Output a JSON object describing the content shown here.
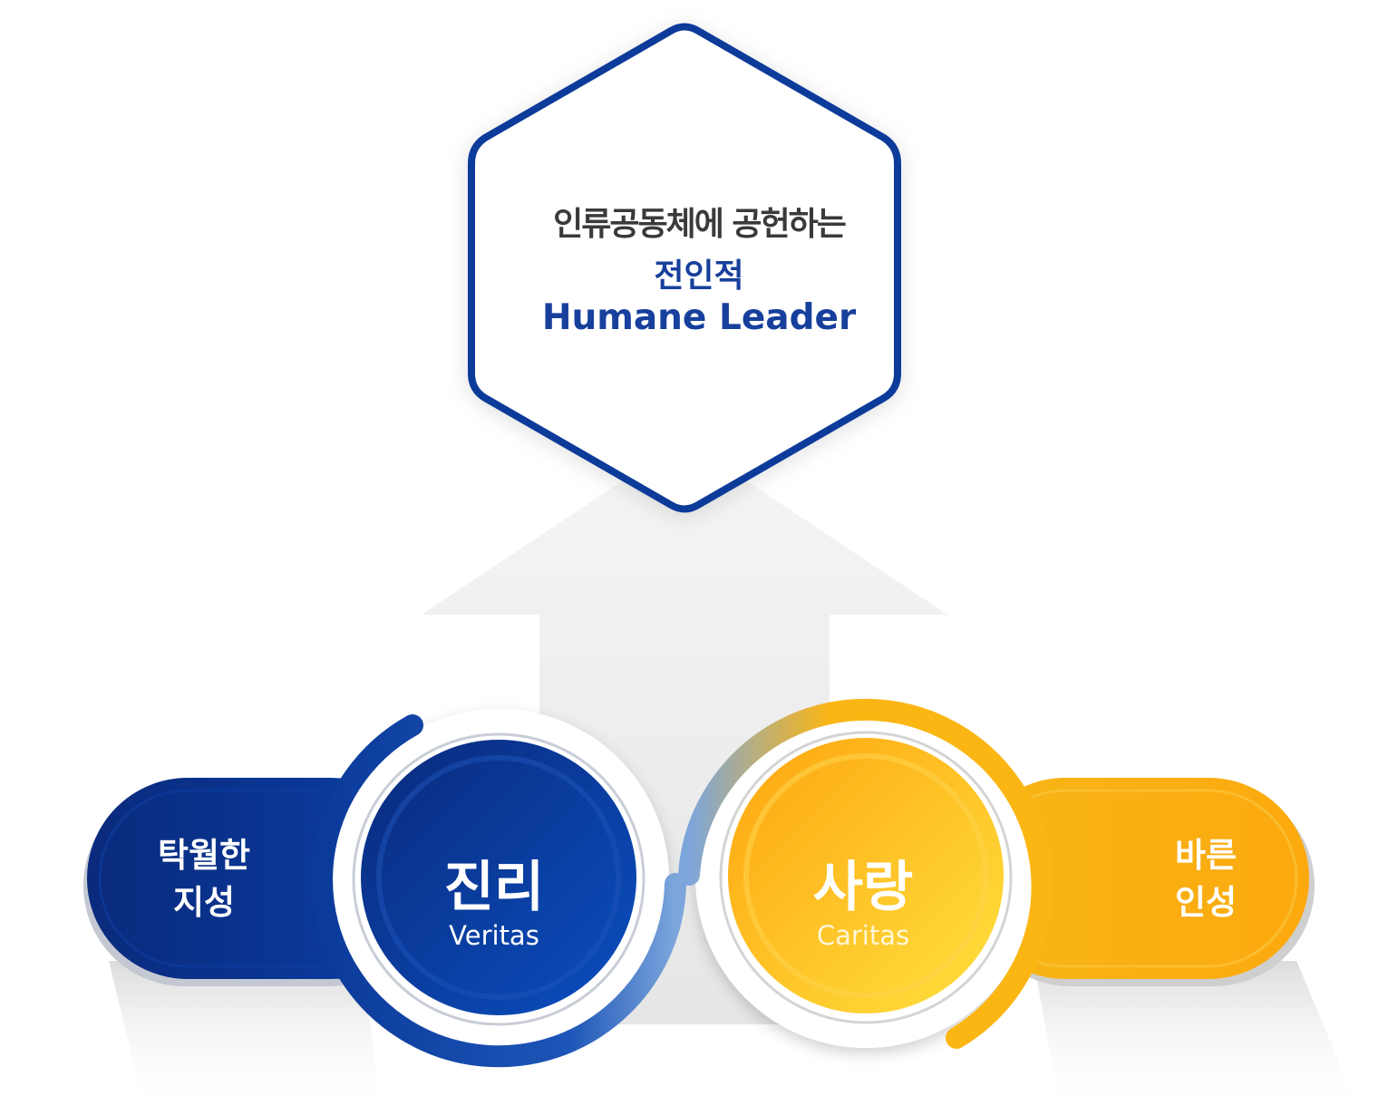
{
  "hexagon": {
    "line1": "인류공동체에 공헌하는",
    "line2": "전인적",
    "line3": "Humane Leader"
  },
  "left_pill": {
    "line1": "탁월한",
    "line2": "지성"
  },
  "right_pill": {
    "line1": "바른",
    "line2": "인성"
  },
  "veritas": {
    "title": "진리",
    "subtitle": "Veritas"
  },
  "caritas": {
    "title": "사랑",
    "subtitle": "Caritas"
  },
  "colors": {
    "navy": "#0b3a9a",
    "navy_dark": "#0a2a7c",
    "gold": "#fbb614",
    "gold_light": "#ffd43b",
    "hex_dark_text": "#3a3a3a",
    "hex_blue_text": "#173f9c",
    "arrow_gray": "#e9e9e9"
  }
}
